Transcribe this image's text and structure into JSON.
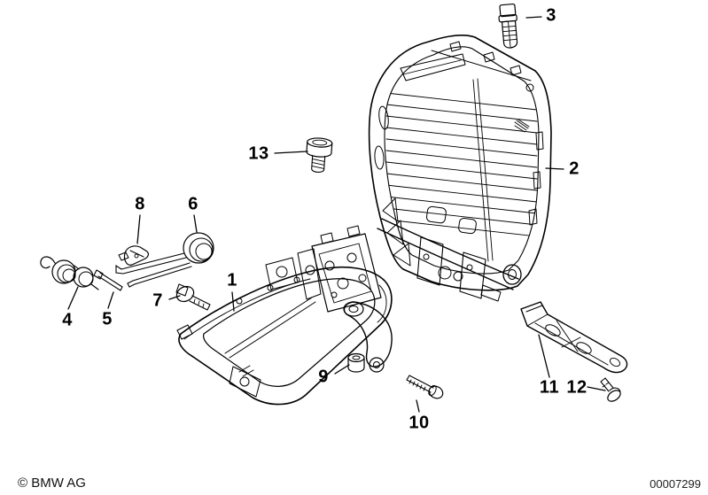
{
  "colors": {
    "line": "#000000",
    "background": "#ffffff"
  },
  "callouts": [
    {
      "label": "1"
    },
    {
      "label": "2"
    },
    {
      "label": "3"
    },
    {
      "label": "4"
    },
    {
      "label": "5"
    },
    {
      "label": "6"
    },
    {
      "label": "7"
    },
    {
      "label": "8"
    },
    {
      "label": "9"
    },
    {
      "label": "10"
    },
    {
      "label": "11"
    },
    {
      "label": "12"
    },
    {
      "label": "13"
    }
  ],
  "footer": {
    "copyright": "© BMW AG",
    "drawing_number": "00007299"
  }
}
